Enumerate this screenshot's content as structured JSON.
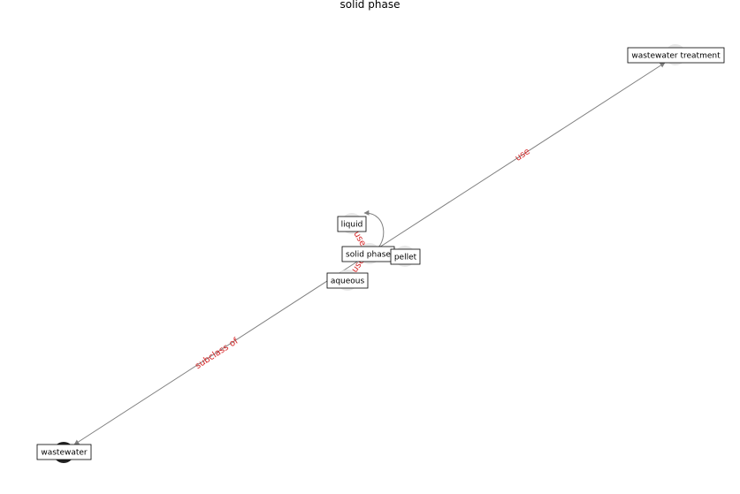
{
  "title": "solid phase",
  "colors": {
    "edge": "#808080",
    "edge_label": "#d62728",
    "node_default": "#e8e8e8",
    "node_highlight": "#222222",
    "label_box_border": "#000000"
  },
  "nodes": [
    {
      "id": "wastewater_treatment",
      "label": "wastewater treatment",
      "highlight": false
    },
    {
      "id": "liquid",
      "label": "liquid",
      "highlight": false
    },
    {
      "id": "solid_phase",
      "label": "solid phase",
      "highlight": false
    },
    {
      "id": "pellet",
      "label": "pellet",
      "highlight": false
    },
    {
      "id": "aqueous",
      "label": "aqueous",
      "highlight": false
    },
    {
      "id": "wastewater",
      "label": "wastewater",
      "highlight": true
    }
  ],
  "edges": [
    {
      "id": "e_use",
      "label": "use",
      "from": "solid_phase",
      "to": "wastewater_treatment"
    },
    {
      "id": "e_subclass",
      "label": "subclass of",
      "from": "solid_phase",
      "to": "wastewater"
    },
    {
      "id": "e_liquid",
      "label": "use",
      "from": "solid_phase",
      "to": "liquid"
    },
    {
      "id": "e_short",
      "label": "use",
      "from": "solid_phase",
      "to": "aqueous"
    }
  ]
}
